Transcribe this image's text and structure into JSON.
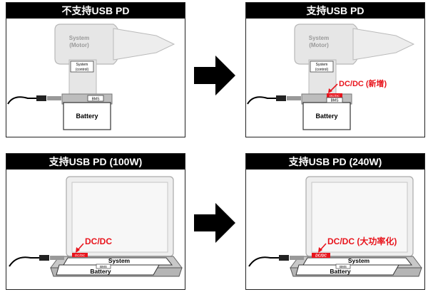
{
  "panels": {
    "top_left": {
      "title": "不支持USB PD",
      "motor": "System\n(Motor)",
      "control": "System\n(control)",
      "bms": "BMS",
      "battery": "Battery"
    },
    "top_right": {
      "title": "支持USB PD",
      "motor": "System\n(Motor)",
      "control": "System\n(control)",
      "bms": "BMS",
      "dcdc_small": "DC/DC",
      "battery": "Battery",
      "callout": "DC/DC (新增)"
    },
    "bottom_left": {
      "title": "支持USB PD (100W)",
      "system": "System",
      "bms": "BMS",
      "battery": "Battery",
      "dcdc_small": "DC/DC",
      "callout": "DC/DC"
    },
    "bottom_right": {
      "title": "支持USB PD (240W)",
      "system": "System",
      "bms": "BMS",
      "battery": "Battery",
      "dcdc_small": "DC/DC",
      "callout": "DC/DC (大功率化)"
    }
  },
  "colors": {
    "highlight": "#e8141c",
    "device_gray": "#d9d9d9",
    "dark": "#000000"
  }
}
